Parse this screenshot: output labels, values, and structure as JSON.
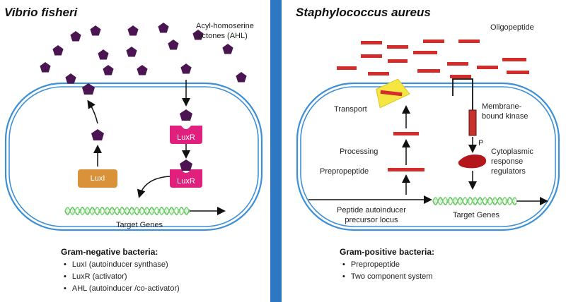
{
  "left": {
    "title": "Vibrio fisheri",
    "ahl_label": "Acyl-homoserine\nlactones (AHL)",
    "luxi": "LuxI",
    "luxr_top": "LuxR",
    "luxr_bottom": "LuxR",
    "target_genes": "Target Genes",
    "heading": "Gram-negative bacteria:",
    "bullets": [
      "LuxI (autoinducer synthase)",
      "LuxR (activator)",
      "AHL (autoinducer /co-activator)"
    ]
  },
  "right": {
    "title": "Staphylococcus aureus",
    "oligopeptide": "Oligopeptide",
    "transport": "Transport",
    "processing": "Processing",
    "prepropeptide": "Prepropeptide",
    "precursor_locus": "Peptide autoinducer\nprecursor locus",
    "kinase": "Membrane-\nbound kinase",
    "phospho": "P",
    "regulators": "Cytoplasmic\nresponse\nregulators",
    "target_genes": "Target Genes",
    "heading": "Gram-positive bacteria:",
    "bullets": [
      "Prepropeptide",
      "Two component system"
    ]
  },
  "colors": {
    "divider": "#2e78c2",
    "membrane": "#3d8fd6",
    "ahl": "#4b1552",
    "luxi": "#d9923a",
    "luxr": "#e0207c",
    "peptide": "#d42b2b",
    "dna": "#7fd07a",
    "transporter": "#f5e642",
    "regulator": "#b3171b"
  }
}
